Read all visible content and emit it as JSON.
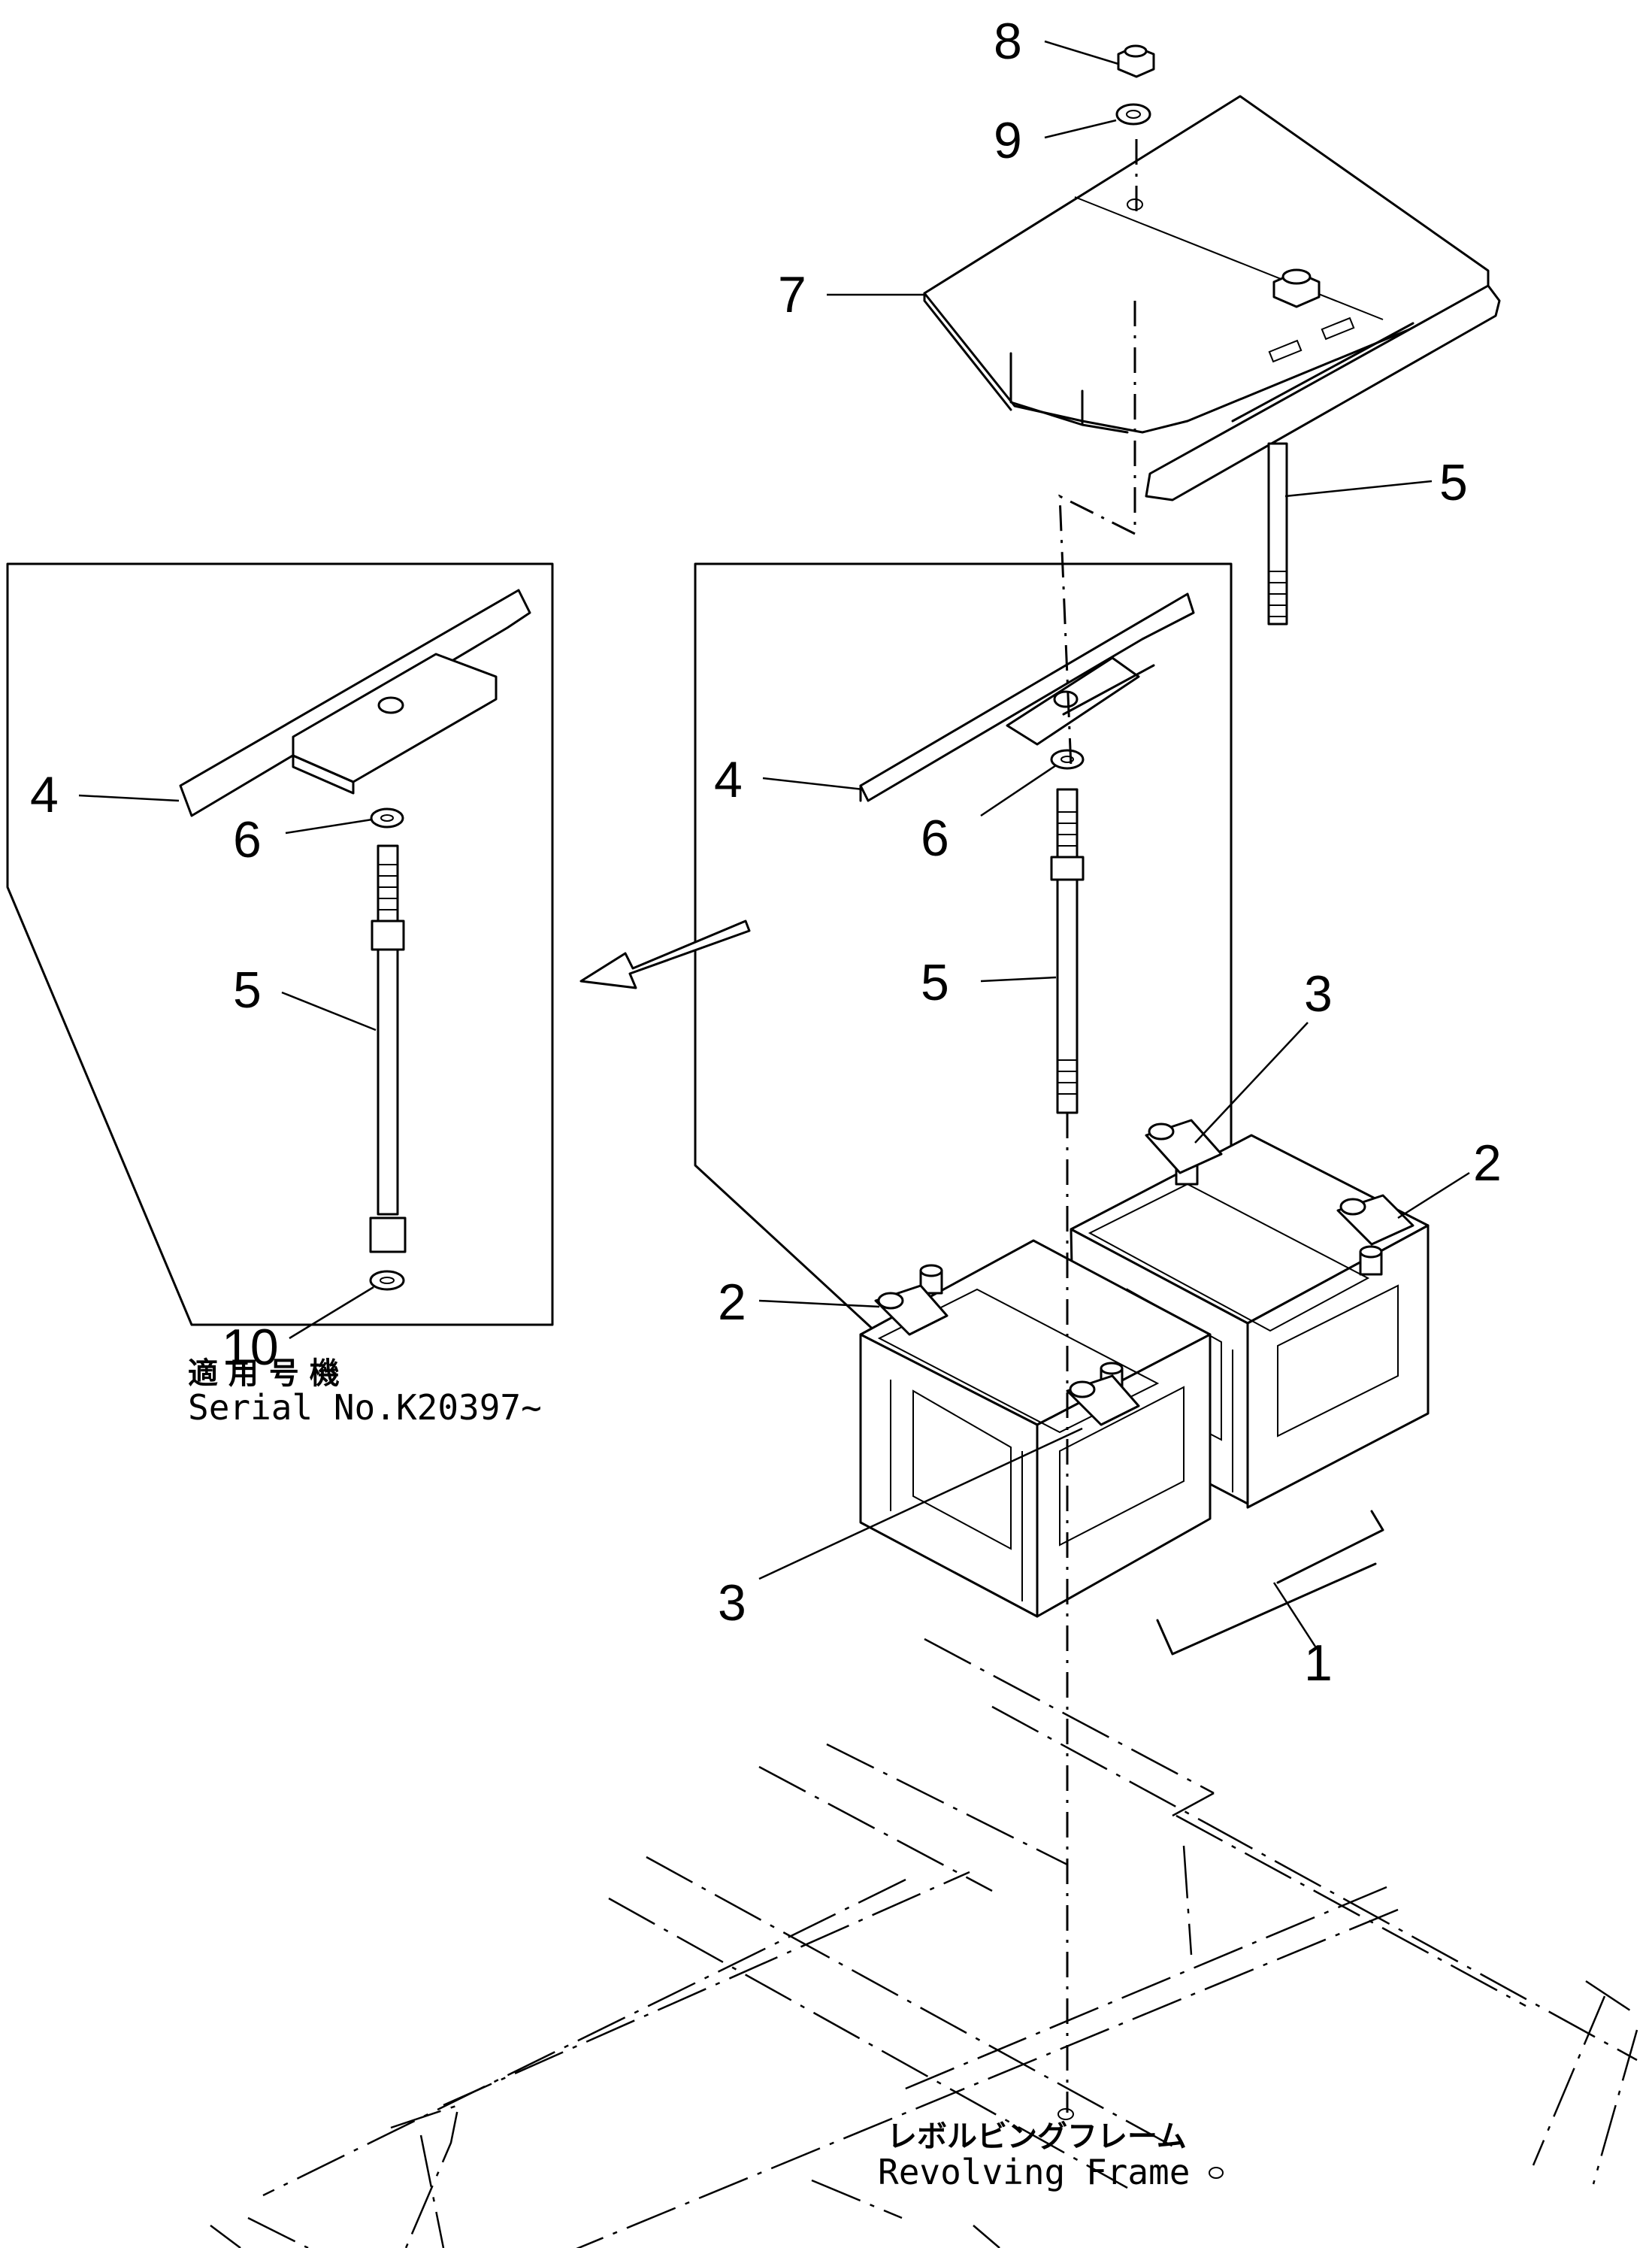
{
  "callouts": {
    "c1": "1",
    "c2a": "2",
    "c2b": "2",
    "c3a": "3",
    "c3b": "3",
    "c4a": "4",
    "c4b": "4",
    "c5a": "5",
    "c5b": "5",
    "c5c": "5",
    "c6a": "6",
    "c6b": "6",
    "c7": "7",
    "c8": "8",
    "c9": "9",
    "c10": "10"
  },
  "serial_caption": {
    "jp": "適 用 号 機",
    "en": "Serial No.K20397~"
  },
  "frame_caption": {
    "jp": "レボルビングフレーム",
    "en": "Revolving Frame"
  }
}
